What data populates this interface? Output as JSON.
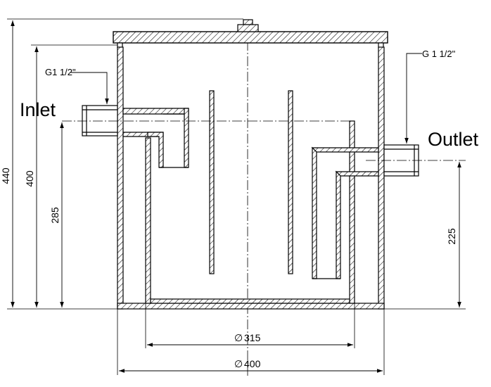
{
  "labels": {
    "inlet": "Inlet",
    "outlet": "Outlet",
    "inlet_thread": "G1 1/2\"",
    "outlet_thread": "G 1 1/2\""
  },
  "dimensions": {
    "total_height": "440",
    "body_height": "400",
    "inlet_height": "285",
    "outlet_height": "225",
    "inner_diameter": "315",
    "outer_diameter": "400"
  },
  "symbols": {
    "diameter_symbol": "∅"
  },
  "colors": {
    "line": "#000000",
    "background": "#ffffff"
  }
}
